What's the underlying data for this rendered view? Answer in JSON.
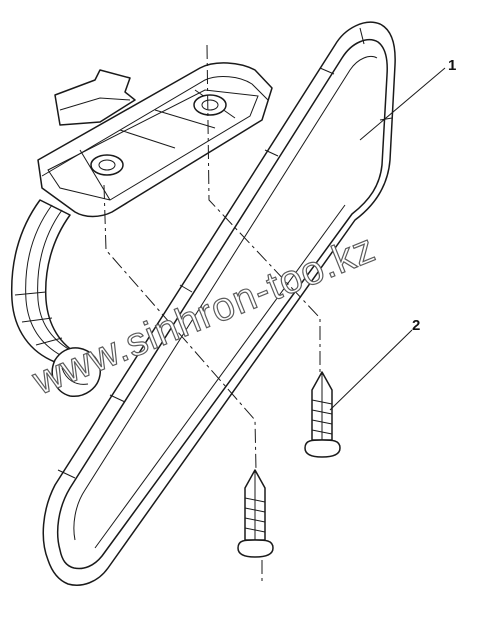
{
  "callouts": {
    "mirror": "1",
    "screw": "2"
  },
  "watermark": "www.sinhron-too.kz",
  "colors": {
    "line": "#1a1a1a",
    "background": "#ffffff",
    "watermark_outline": "#5a5a5a"
  }
}
